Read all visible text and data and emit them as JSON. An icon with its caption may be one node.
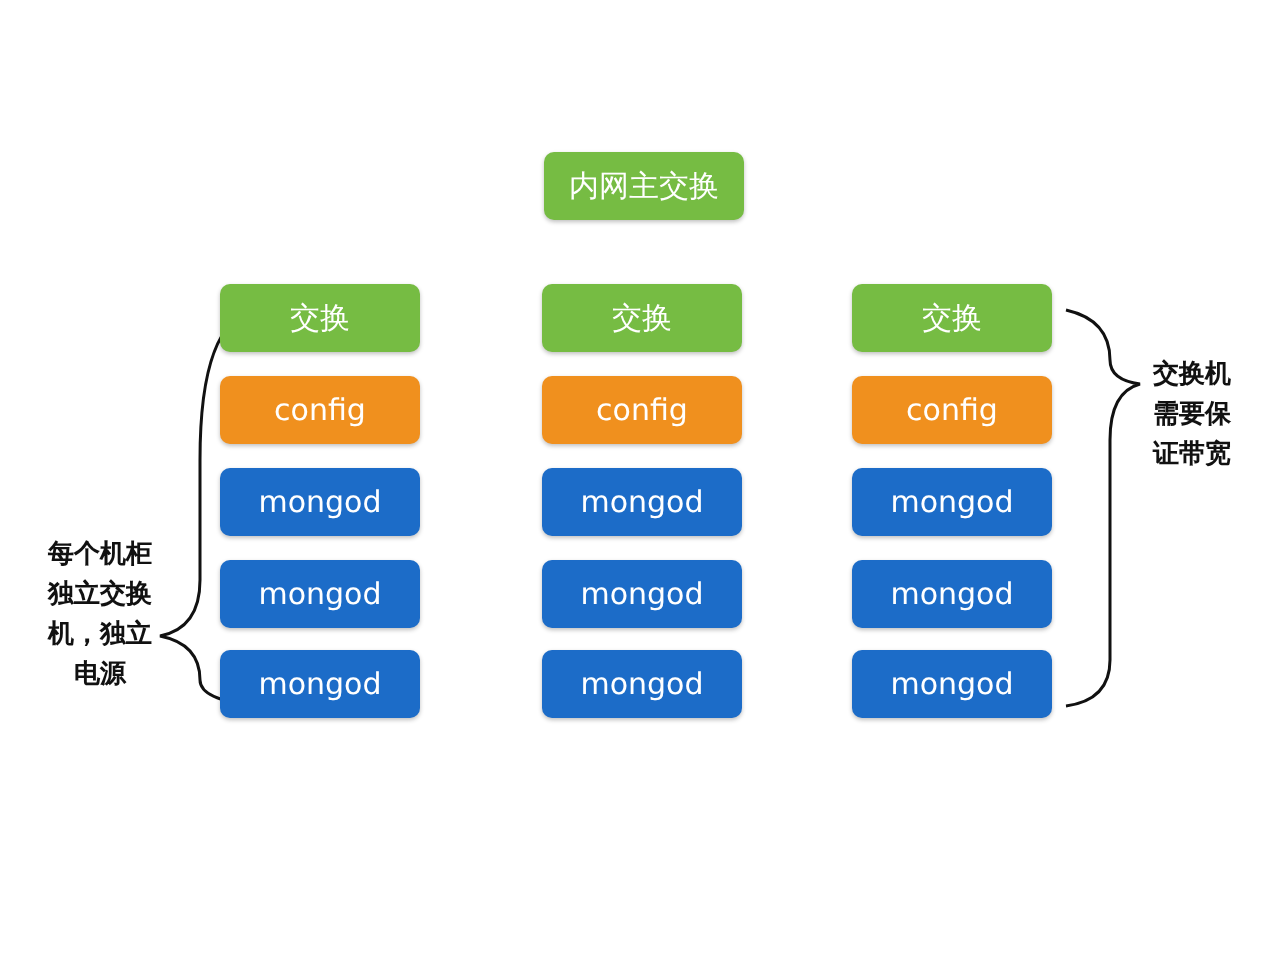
{
  "diagram": {
    "nodes": [
      {
        "text": [
          "内网主交换"
        ]
      },
      {
        "text": [
          "交换"
        ]
      },
      {
        "text": [
          "交换"
        ]
      },
      {
        "text": [
          "交换"
        ]
      },
      {
        "text": [
          "config"
        ]
      },
      {
        "text": [
          "config"
        ]
      },
      {
        "text": [
          "config"
        ]
      },
      {
        "text": [
          "mongod"
        ]
      },
      {
        "text": [
          "mongod"
        ]
      },
      {
        "text": [
          "mongod"
        ]
      },
      {
        "text": [
          "mongod"
        ]
      },
      {
        "text": [
          "mongod"
        ]
      },
      {
        "text": [
          "mongod"
        ]
      },
      {
        "text": [
          "mongod"
        ]
      },
      {
        "text": [
          "mongod"
        ]
      },
      {
        "text": [
          "mongod"
        ]
      }
    ],
    "labels": [
      "交换机需要保证带宽",
      "每个机柜独立交换机，独立电源"
    ]
  }
}
